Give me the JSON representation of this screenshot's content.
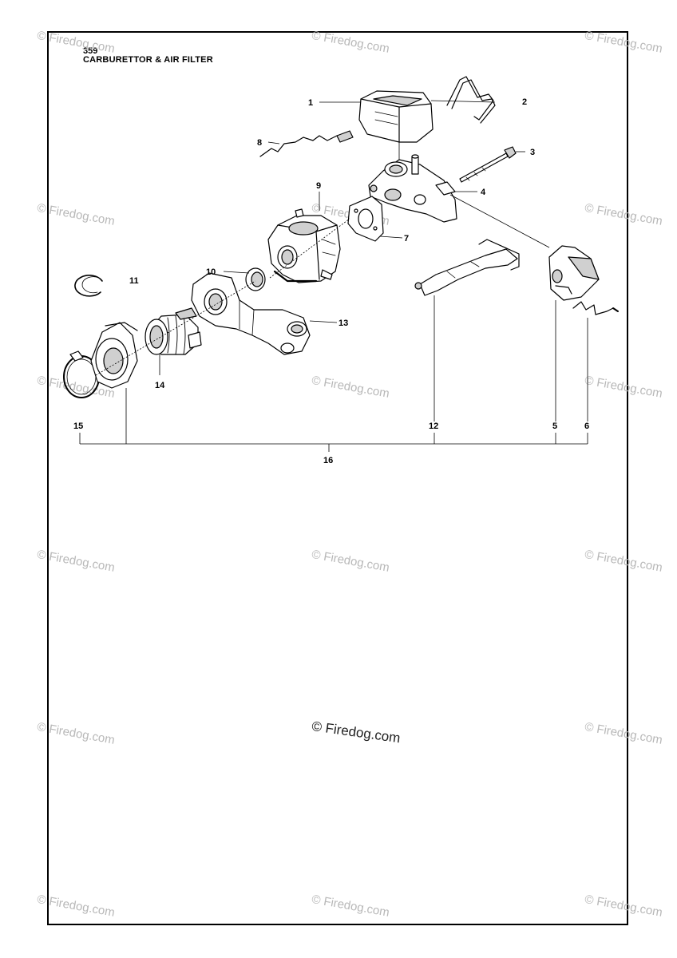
{
  "page": {
    "model": "359",
    "title": "CARBURETTOR & AIR FILTER"
  },
  "watermark": {
    "text": "© Firedog.com",
    "center_text": "© Firedog.com"
  },
  "callouts": {
    "c1": "1",
    "c2": "2",
    "c3": "3",
    "c4": "4",
    "c5": "5",
    "c6": "6",
    "c7": "7",
    "c8": "8",
    "c9": "9",
    "c10": "10",
    "c11": "11",
    "c12": "12",
    "c13": "13",
    "c14": "14",
    "c15": "15",
    "c16": "16"
  },
  "colors": {
    "ink": "#000000",
    "watermark": "#b8b8b8",
    "part_fill": "#ffffff",
    "part_shade": "#d0d0d0"
  }
}
